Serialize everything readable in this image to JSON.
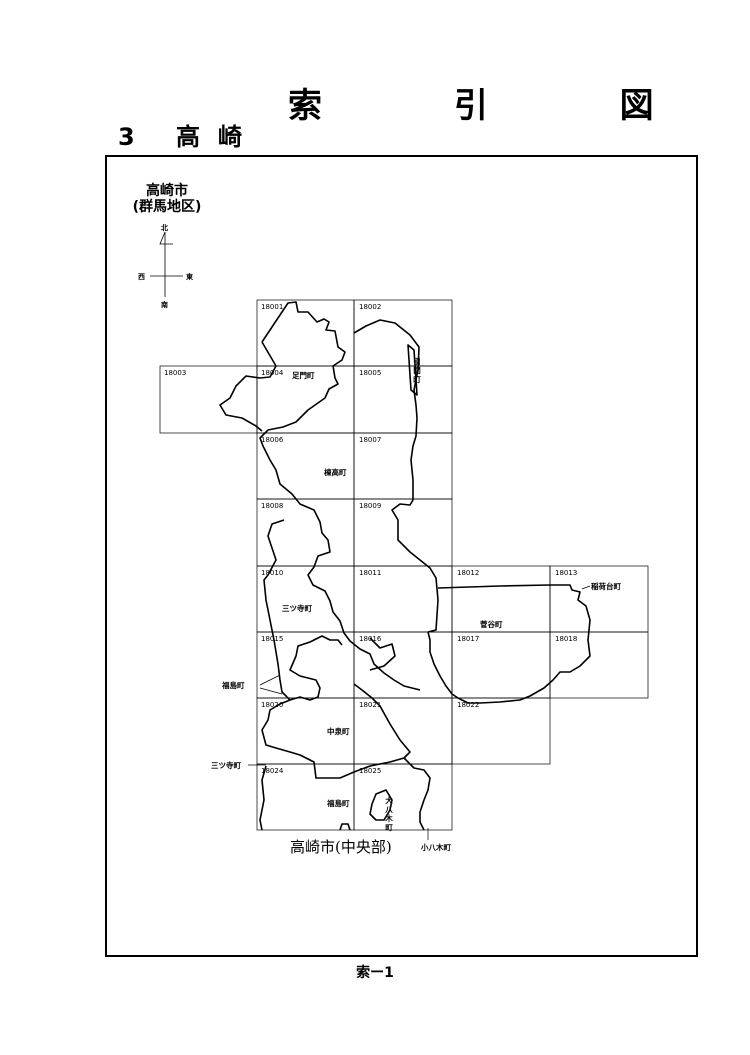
{
  "header": {
    "title": "索 引 図",
    "section_number": "3",
    "section_name": "高崎"
  },
  "legend": {
    "line1": "高崎市",
    "line2": "(群馬地区)"
  },
  "compass": {
    "north": "北",
    "south": "南",
    "east": "東",
    "west": "西"
  },
  "sheets": [
    "18001",
    "18002",
    "18003",
    "18004",
    "18005",
    "18006",
    "18007",
    "18008",
    "18009",
    "18010",
    "18011",
    "18012",
    "18013",
    "18015",
    "18016",
    "18017",
    "18018",
    "18020",
    "18021",
    "18022",
    "18024",
    "18025"
  ],
  "towns": {
    "ashikado": "足門町",
    "hikima": "引間町",
    "munetaka": "棟高町",
    "mitsudera_center": "三ツ寺町",
    "sugaya": "菅谷町",
    "inaridai": "稲荷台町",
    "fukushima_left": "福島町",
    "nakaizumi": "中泉町",
    "mitsudera_left": "三ツ寺町",
    "fukushima_bottom": "福島町",
    "ohyagi": "大八木町",
    "koyagi": "小八木町"
  },
  "map_caption": "高崎市(中央部)",
  "footer": {
    "page_label": "索ー1"
  }
}
